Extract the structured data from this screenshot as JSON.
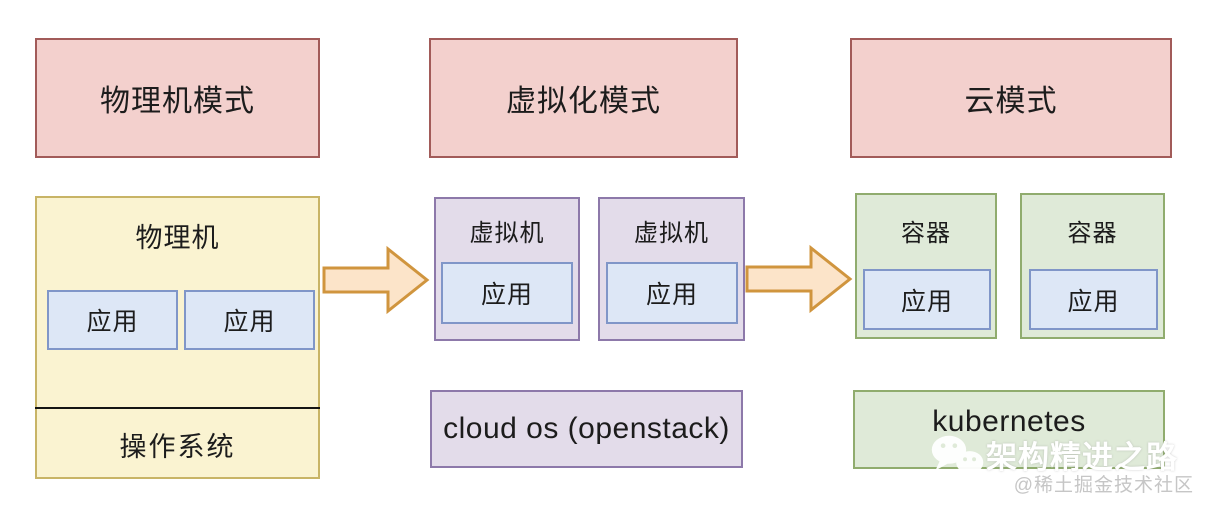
{
  "headers": {
    "physical": "物理机模式",
    "virtualization": "虚拟化模式",
    "cloud": "云模式"
  },
  "physical_column": {
    "host_label": "物理机",
    "apps": [
      "应用",
      "应用"
    ],
    "os_label": "操作系统"
  },
  "virtual_column": {
    "vms": [
      {
        "label": "虚拟机",
        "app": "应用"
      },
      {
        "label": "虚拟机",
        "app": "应用"
      }
    ],
    "platform_label": "cloud os  (openstack)"
  },
  "cloud_column": {
    "containers": [
      {
        "label": "容器",
        "app": "应用"
      },
      {
        "label": "容器",
        "app": "应用"
      }
    ],
    "platform_label": "kubernetes"
  },
  "watermark": {
    "icon": "wechat-icon",
    "title": "架构精进之路",
    "subtitle": "@稀土掘金技术社区"
  },
  "colors": {
    "header_fill": "#f3d0cd",
    "header_border": "#a25b59",
    "host_fill": "#faf3d1",
    "host_border": "#c8b466",
    "app_fill": "#dde7f6",
    "app_border": "#8096c8",
    "vm_fill": "#e3dcea",
    "vm_border": "#8d79aa",
    "container_fill": "#dfead8",
    "container_border": "#90ac6e",
    "arrow_fill": "#fce4c9",
    "arrow_border": "#d0953e",
    "text": "#1c1c1c"
  }
}
